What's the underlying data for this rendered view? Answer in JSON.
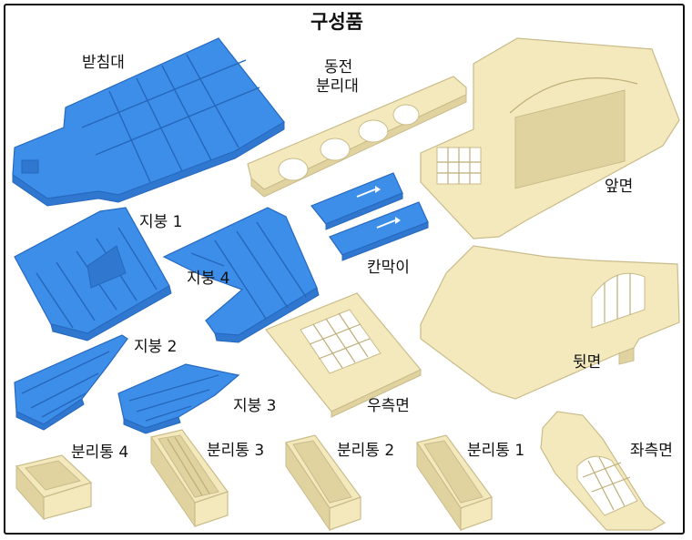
{
  "title": "구성품",
  "labels": {
    "base": "받침대",
    "coin_divider_l1": "동전",
    "coin_divider_l2": "분리대",
    "front": "앞면",
    "roof1": "지붕 1",
    "roof4": "지붕 4",
    "partition": "칸막이",
    "roof2": "지붕 2",
    "roof3": "지붕 3",
    "right_side": "우측면",
    "back": "뒷면",
    "tray4": "분리통 4",
    "tray3": "분리통 3",
    "tray2": "분리통 2",
    "tray1": "분리통 1",
    "left_side": "좌측면"
  },
  "colors": {
    "blue_part": "#3d8ee8",
    "cream_part": "#f3e9bc",
    "outline": "#111111"
  }
}
